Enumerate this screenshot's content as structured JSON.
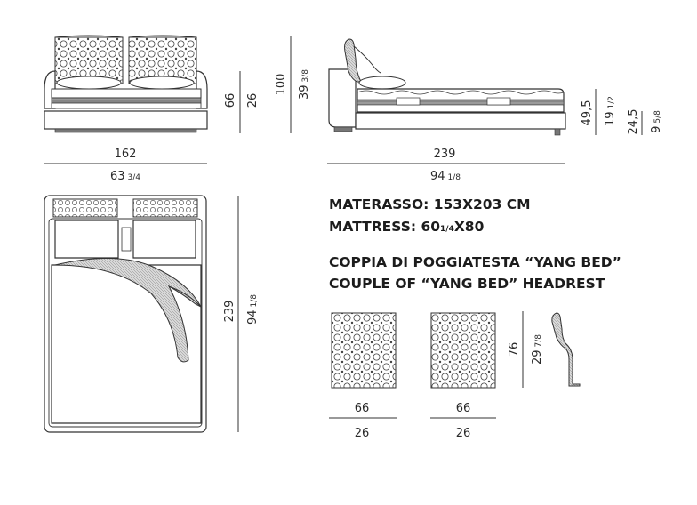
{
  "front_view": {
    "width_cm": "162",
    "width_in_whole": "63",
    "width_in_frac": "3/4",
    "headboard_cm": "66",
    "headboard_in": "26",
    "total_height_cm": "100",
    "total_height_in_whole": "39",
    "total_height_in_frac": "3/8"
  },
  "side_view": {
    "length_cm": "239",
    "length_in_whole": "94",
    "length_in_frac": "1/8",
    "mattress_top_cm": "49,5",
    "mattress_top_in_whole": "19",
    "mattress_top_in_frac": "1/2",
    "frame_height_cm": "24,5",
    "frame_height_in_whole": "9",
    "frame_height_in_frac": "5/8"
  },
  "top_view": {
    "length_cm": "239",
    "length_in_whole": "94",
    "length_in_frac": "1/8"
  },
  "mattress": {
    "line_it": "MATERASSO: 153X203 CM",
    "line_en_prefix": "MATTRESS: 60",
    "line_en_frac": "1/4",
    "line_en_suffix": "X80"
  },
  "headrest": {
    "title_it": "COPPIA DI POGGIATESTA “YANG BED”",
    "title_en": "COUPLE OF “YANG BED” HEADREST",
    "left_width_cm": "66",
    "left_width_in": "26",
    "right_width_cm": "66",
    "right_width_in": "26",
    "height_cm": "76",
    "height_in_whole": "29",
    "height_in_frac": "7/8"
  }
}
